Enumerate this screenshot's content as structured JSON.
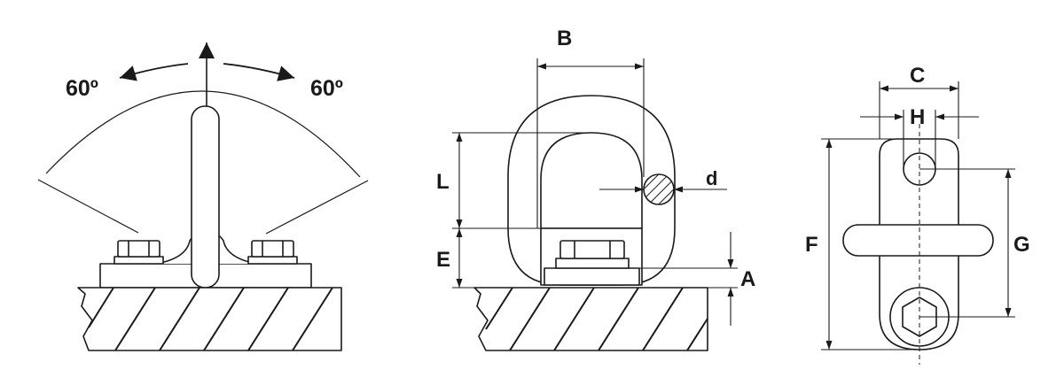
{
  "diagram": {
    "angle_left": "60º",
    "angle_right": "60º",
    "dimensions": {
      "a": "A",
      "b": "B",
      "c": "C",
      "d": "d",
      "e": "E",
      "f": "F",
      "g": "G",
      "h": "H",
      "l": "L"
    }
  },
  "colors": {
    "line": "#1a1a1a",
    "background": "#ffffff"
  }
}
